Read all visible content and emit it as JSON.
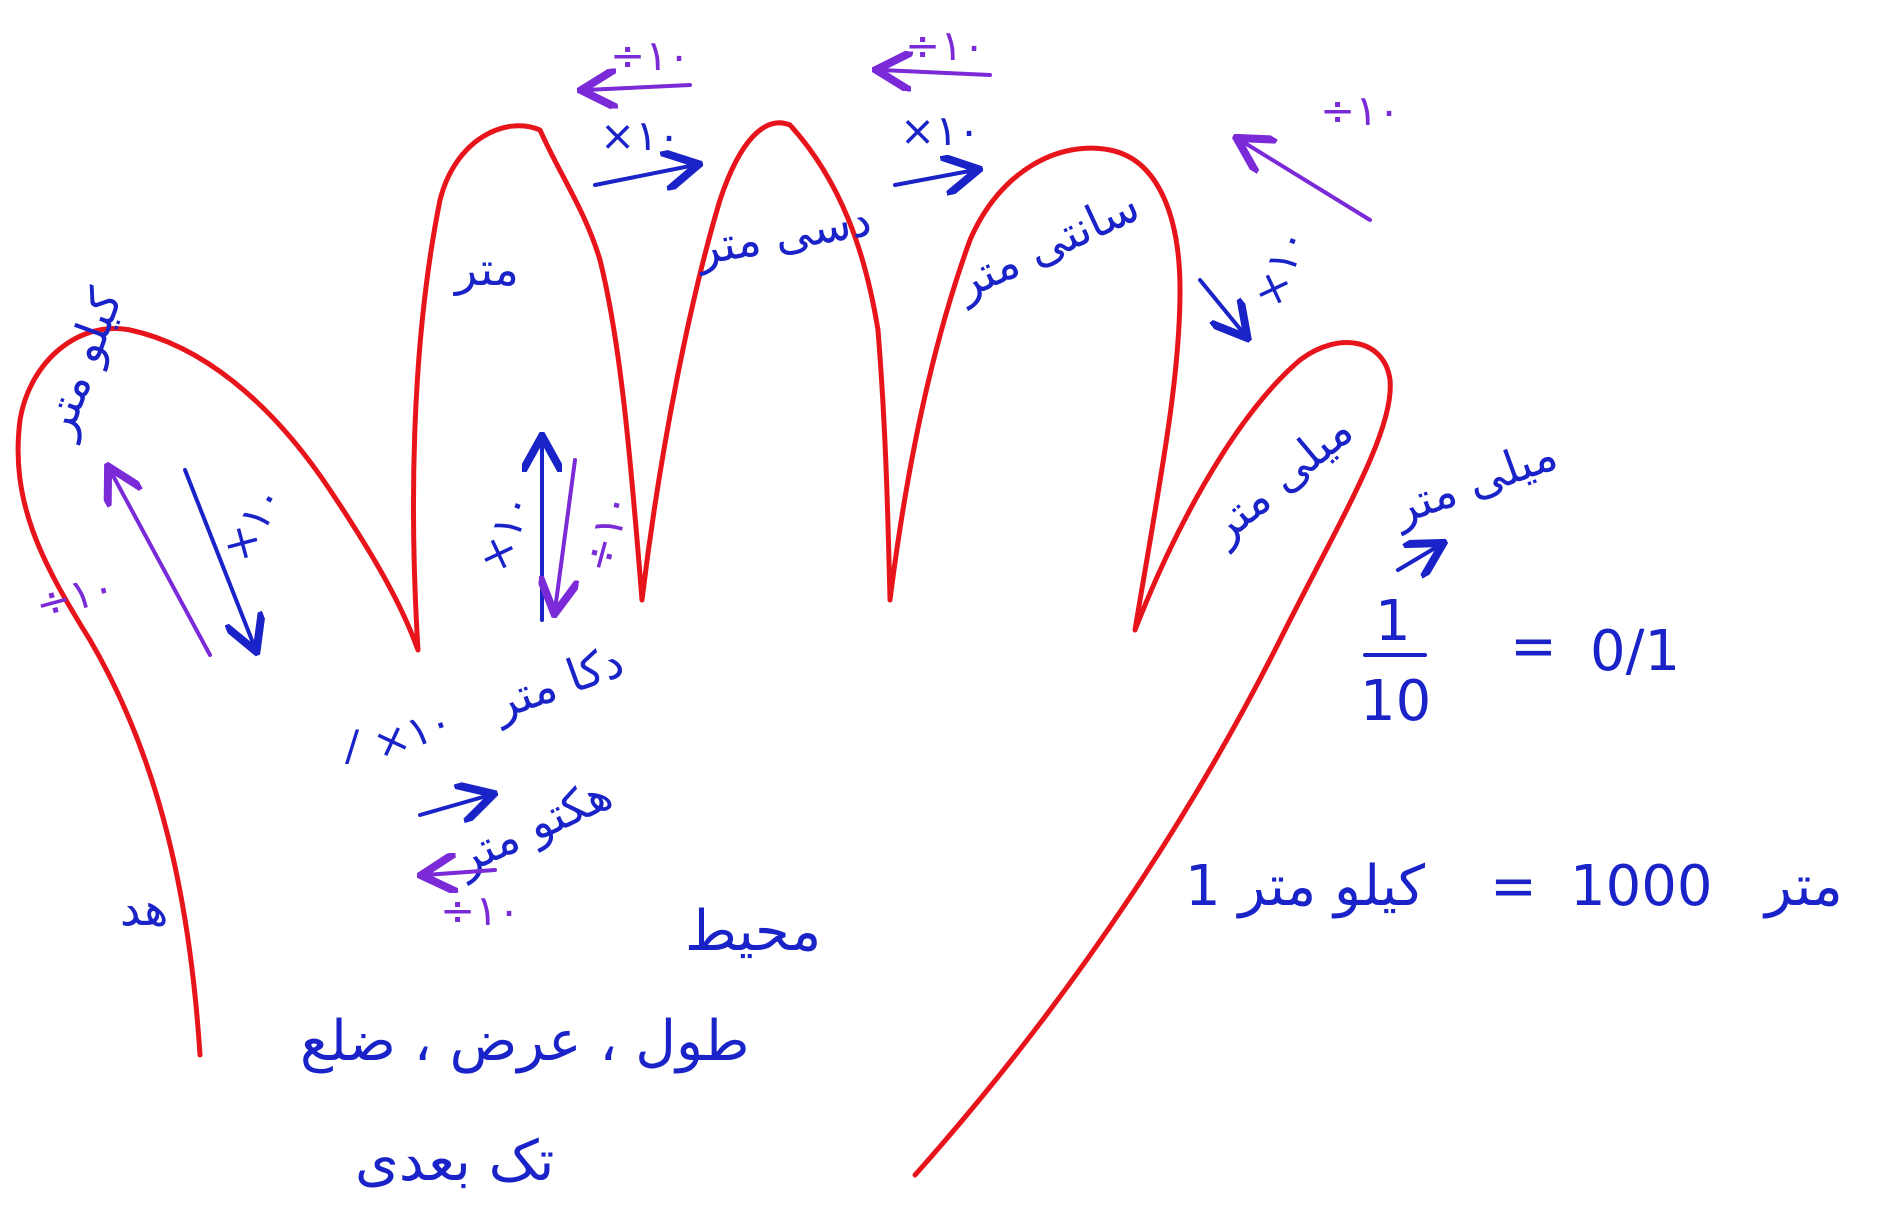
{
  "colors": {
    "hand": "#e8141c",
    "ink": "#1a23c8",
    "ink_purple": "#7a2ad6",
    "background": "#ffffff"
  },
  "fingers": {
    "kilometer": "کیلو متر",
    "meter": "متر",
    "decimeter": "دسی متر",
    "centimeter": "سانتی متر",
    "millimeter": "میلی متر"
  },
  "palm": {
    "decameter": "دکا متر",
    "hectometer": "هکتو متر",
    "hekta": "هد"
  },
  "ops": {
    "mul10": "×۱۰",
    "div10": "÷۱۰",
    "mul10_alt": "×۱۰",
    "div10_alt": "÷۱۰",
    "slash": "/"
  },
  "notes": {
    "perimeter": "محیط",
    "dimensions": "طول ، عرض ، ضلع",
    "one_dimensional": "تک بعدی"
  },
  "formulas": {
    "millimeter_label": "میلی متر",
    "fraction_num": "1",
    "fraction_den": "10",
    "equals1": "=",
    "decimal": "0/1",
    "meter_word": "متر",
    "thousand": "1000",
    "equals2": "=",
    "one_km": "1 کیلو متر"
  }
}
